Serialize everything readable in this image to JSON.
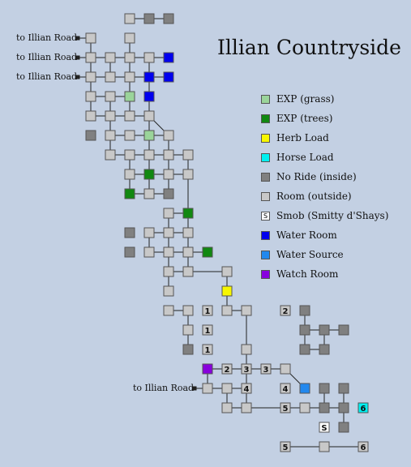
{
  "title": "Illian Countryside",
  "exits": {
    "road_1": "to Illian Road",
    "road_2": "to Illian Road",
    "road_3": "to Illian Road",
    "road_4": "to Illian Road"
  },
  "legend": [
    {
      "label": "EXP (grass)",
      "color": "#9ad49a",
      "symbol": ""
    },
    {
      "label": "EXP (trees)",
      "color": "#118811",
      "symbol": ""
    },
    {
      "label": "Herb Load",
      "color": "#f7f700",
      "symbol": ""
    },
    {
      "label": "Horse Load",
      "color": "#00f0f0",
      "symbol": ""
    },
    {
      "label": "No Ride (inside)",
      "color": "#808080",
      "symbol": ""
    },
    {
      "label": "Room (outside)",
      "color": "#c8c8c8",
      "symbol": ""
    },
    {
      "label": "Smob (Smitty d'Shays)",
      "color": "#ffffff",
      "symbol": "S"
    },
    {
      "label": "Water Room",
      "color": "#0000ee",
      "symbol": ""
    },
    {
      "label": "Water Source",
      "color": "#2288ee",
      "symbol": ""
    },
    {
      "label": "Watch Room",
      "color": "#8800dd",
      "symbol": ""
    }
  ],
  "link_numbers": {
    "n1": "1",
    "n2": "1",
    "n3": "1",
    "n4": "2",
    "n5": "2",
    "n6": "3",
    "n7": "3",
    "n8": "4",
    "n9": "4",
    "n10": "5",
    "n11": "5",
    "n12": "6",
    "n13": "6",
    "n14": "S"
  }
}
